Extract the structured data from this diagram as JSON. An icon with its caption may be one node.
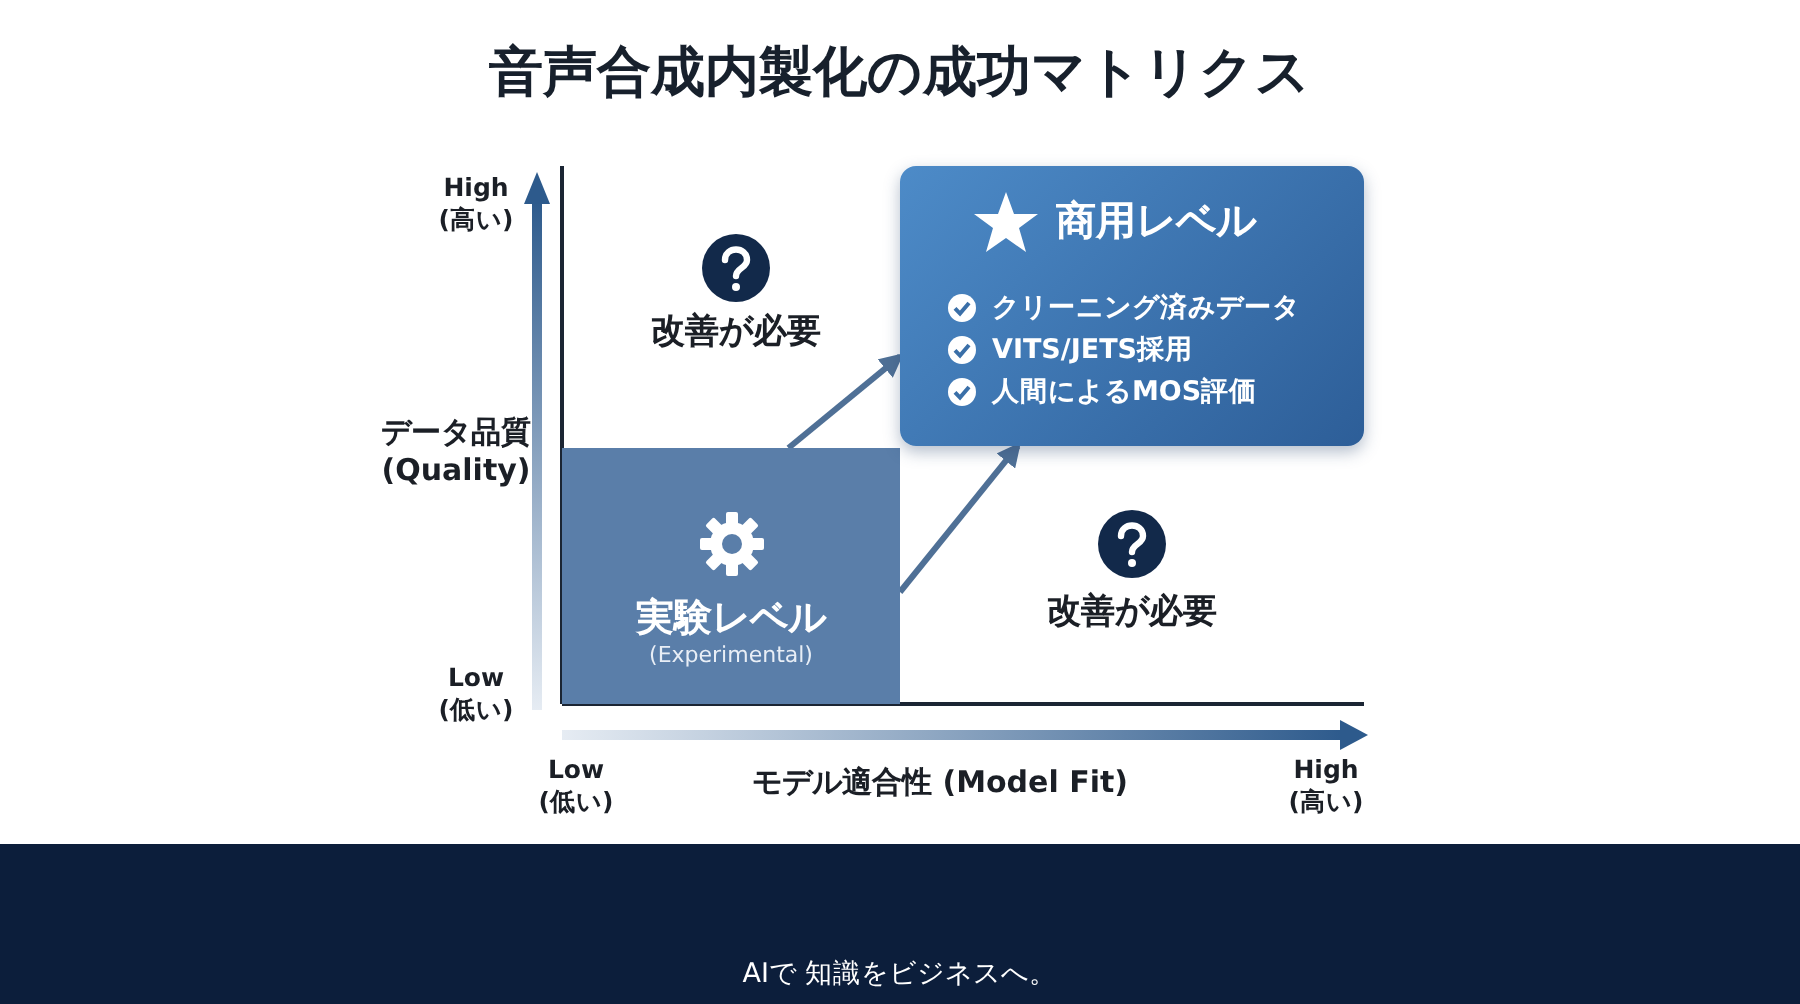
{
  "diagram": {
    "title": "音声合成内製化の成功マトリクス",
    "nodes": [
      {
        "text": [
          "実験レベル",
          "(Experimental)"
        ]
      },
      {
        "text": [
          "商用レベル",
          "クリーニング済みデータ",
          "VITS/JETS採用",
          "人間によるMOS評価"
        ]
      }
    ],
    "edges": [
      {
        "from": 0,
        "to": 1,
        "arrow": "to"
      },
      {
        "from": 0,
        "to": 1,
        "arrow": "to"
      }
    ],
    "labels": [
      "High (高い)",
      "改善が必要",
      "データ品質 (Quality)",
      "Low (低い)",
      "改善が必要",
      "Low (低い)",
      "モデル適合性 (Model Fit)",
      "High (高い)",
      "AIで 知識をビジネスへ。"
    ]
  }
}
